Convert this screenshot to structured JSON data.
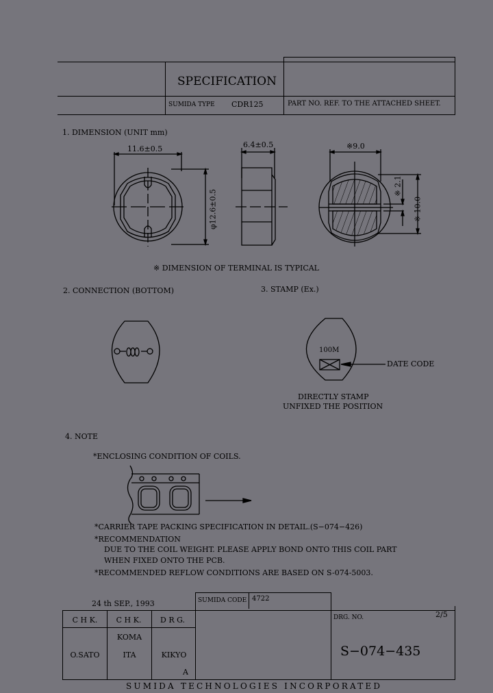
{
  "header": {
    "title": "SPECIFICATION",
    "sumida_type_label": "SUMIDA TYPE",
    "sumida_type_value": "CDR125",
    "part_no": "PART NO.  REF. TO THE ATTACHED SHEET."
  },
  "section1": {
    "heading": "1. DIMENSION  (UNIT  mm)",
    "dims": {
      "width": "11.6±0.5",
      "diameter": "φ12.6±0.5",
      "height": "6.4±0.5",
      "terminal_width": "※9.0",
      "terminal_gap": "※ 2.1",
      "terminal_length": "※ 10.0"
    },
    "footnote": "※  DIMENSION OF TERMINAL IS TYPICAL"
  },
  "section2": {
    "heading": "2. CONNECTION  (BOTTOM)"
  },
  "section3": {
    "heading": "3. STAMP  (Ex.)",
    "stamp_text": "100M",
    "date_code_label": "DATE CODE",
    "note_line1": "DIRECTLY STAMP",
    "note_line2": "UNFIXED THE POSITION"
  },
  "section4": {
    "heading": "4. NOTE",
    "enclosing": "*ENCLOSING CONDITION OF COILS.",
    "carrier": "*CARRIER TAPE PACKING SPECIFICATION IN DETAIL.(S−074−426)",
    "recommendation": "*RECOMMENDATION",
    "rec_line1": "DUE TO THE COIL WEIGHT. PLEASE APPLY BOND ONTO THIS COIL PART",
    "rec_line2": "WHEN FIXED ONTO THE PCB.",
    "reflow": "*RECOMMENDED REFLOW CONDITIONS ARE BASED ON S-074-5003."
  },
  "title_block": {
    "date": "24 th SEP., 1993",
    "sumida_code_label": "SUMIDA CODE",
    "sumida_code_value": "4722",
    "columns": [
      "C H K.",
      "C H K.",
      "D R G."
    ],
    "chk1": "O.SATO",
    "chk2_line1": "KOMA",
    "chk2_line2": "ITA",
    "drg": "KIKYO",
    "drg_rev": "A",
    "drg_no_label": "DRG. NO.",
    "drg_no": "S−074−435",
    "page": "2/5",
    "company": "SUMIDA  TECHNOLOGIES  INCORPORATED"
  }
}
